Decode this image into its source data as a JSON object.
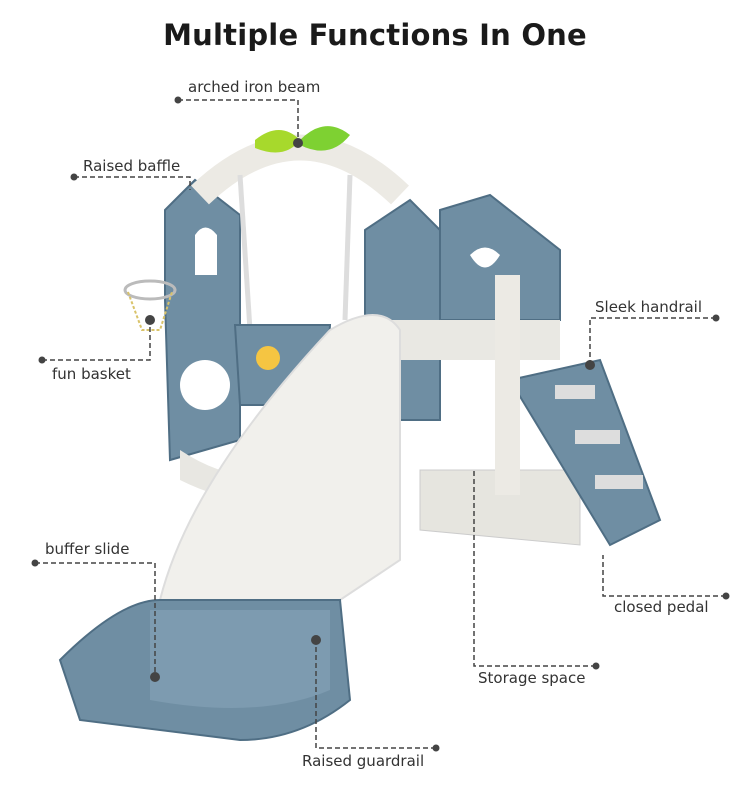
{
  "title": "Multiple Functions In One",
  "colors": {
    "accent_blue": "#6f8ea3",
    "dark_blue": "#4f6e84",
    "white_part": "#f1f0ec",
    "green": "#8fd12e",
    "line": "#444444"
  },
  "callouts": {
    "arched_iron_beam": "arched iron beam",
    "raised_baffle": "Raised baffle",
    "fun_basket": "fun basket",
    "sleek_handrail": "Sleek handrail",
    "buffer_slide": "buffer slide",
    "closed_pedal": "closed pedal",
    "storage_space": "Storage space",
    "raised_guardrail": "Raised guardrail"
  }
}
